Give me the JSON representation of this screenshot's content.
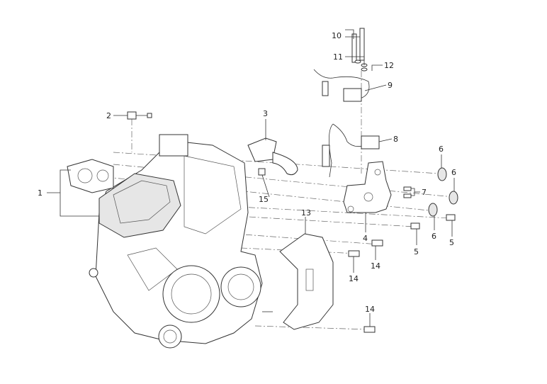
{
  "diagram": {
    "callouts": {
      "c1": "1",
      "c2": "2",
      "c3": "3",
      "c4": "4",
      "c5a": "5",
      "c5b": "5",
      "c6a": "6",
      "c6b": "6",
      "c6c": "6",
      "c7": "7",
      "c8": "8",
      "c9": "9",
      "c10": "10",
      "c11": "11",
      "c12": "12",
      "c13": "13",
      "c14a": "14",
      "c14b": "14",
      "c14c": "14",
      "c15": "15"
    }
  }
}
